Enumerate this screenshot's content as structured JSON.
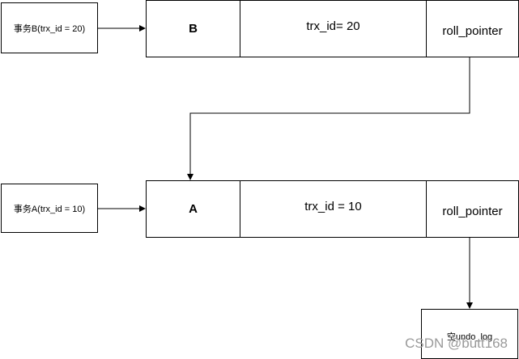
{
  "transactions": {
    "b_label": "事务B(trx_id = 20)",
    "a_label": "事务A(trx_id = 10)"
  },
  "row_b": {
    "name": "B",
    "trx_id": "trx_id= 20",
    "roll_pointer": "roll_pointer"
  },
  "row_a": {
    "name": "A",
    "trx_id": "trx_id = 10",
    "roll_pointer": "roll_pointer"
  },
  "undo": {
    "label": "空undo_log"
  },
  "watermark": {
    "text": "CSDN @butt168"
  },
  "colors": {
    "stroke": "#000000",
    "watermark": "#9a9a9a"
  }
}
